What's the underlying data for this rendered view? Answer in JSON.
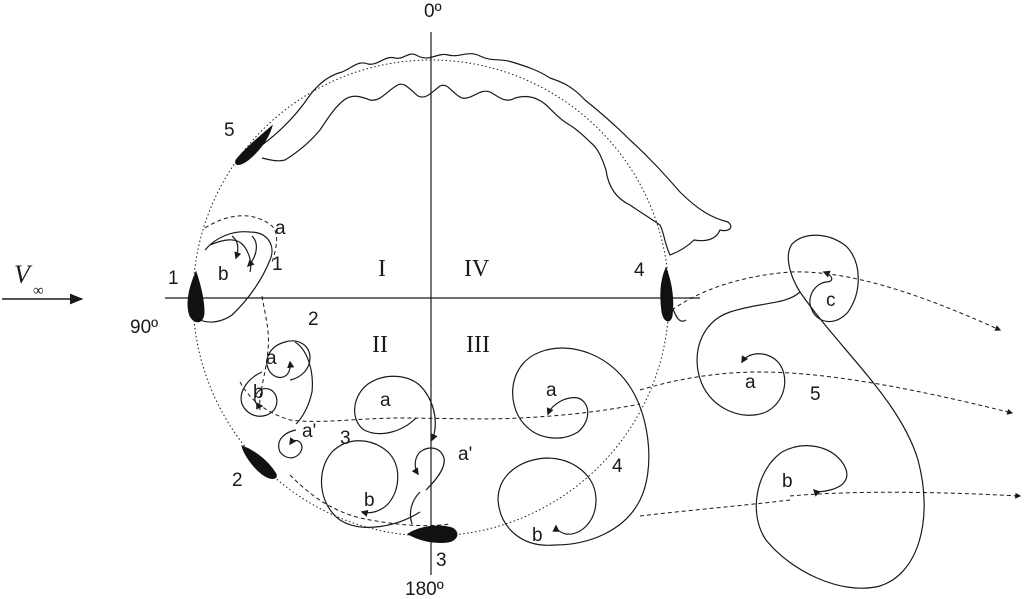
{
  "angles": {
    "top": "0º",
    "left": "90º",
    "bottom": "180º"
  },
  "quadrants": [
    "I",
    "II",
    "III",
    "IV"
  ],
  "freestream": {
    "symbol": "V",
    "subscript": "∞"
  },
  "blade_labels": [
    "1",
    "2",
    "3",
    "4",
    "5"
  ],
  "vortex_labels": {
    "p1_a": "a",
    "p1_b": "b",
    "p1_1": "1",
    "p1_2": "2",
    "p2_a": "a",
    "p2_b": "b",
    "p2_ap": "a'",
    "p3_a": "a",
    "p3_b": "b",
    "p3_ap": "a'",
    "p3_3": "3",
    "p4_a": "a",
    "p4_b": "b",
    "p4_4": "4",
    "p5_a": "a",
    "p5_b": "b",
    "p5_c": "c",
    "p5_5": "5"
  }
}
